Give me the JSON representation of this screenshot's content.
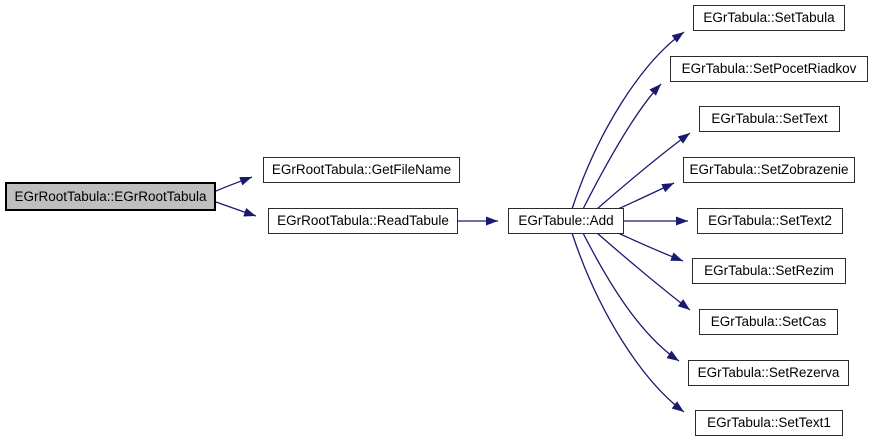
{
  "diagram": {
    "type": "call-graph",
    "background_color": "#ffffff",
    "edge_color": "#191970",
    "node_fill": "#ffffff",
    "node_border_color": "#2b2b2b",
    "current_node_fill": "#bfbfbf",
    "current_node_border_color": "#000000",
    "nodes": [
      {
        "id": "root",
        "label": "EGrRootTabula::EGrRootTabula",
        "role": "current"
      },
      {
        "id": "getfilename",
        "label": "EGrRootTabula::GetFileName",
        "role": "callee"
      },
      {
        "id": "readtabule",
        "label": "EGrRootTabula::ReadTabule",
        "role": "callee"
      },
      {
        "id": "add",
        "label": "EGrTabule::Add",
        "role": "callee"
      },
      {
        "id": "settabula",
        "label": "EGrTabula::SetTabula",
        "role": "callee"
      },
      {
        "id": "setpocetriadkov",
        "label": "EGrTabula::SetPocetRiadkov",
        "role": "callee"
      },
      {
        "id": "settext",
        "label": "EGrTabula::SetText",
        "role": "callee"
      },
      {
        "id": "setzobrazenie",
        "label": "EGrTabula::SetZobrazenie",
        "role": "callee"
      },
      {
        "id": "settext2",
        "label": "EGrTabula::SetText2",
        "role": "callee"
      },
      {
        "id": "setrezim",
        "label": "EGrTabula::SetRezim",
        "role": "callee"
      },
      {
        "id": "setcas",
        "label": "EGrTabula::SetCas",
        "role": "callee"
      },
      {
        "id": "setrezerva",
        "label": "EGrTabula::SetRezerva",
        "role": "callee"
      },
      {
        "id": "settext1",
        "label": "EGrTabula::SetText1",
        "role": "callee"
      }
    ],
    "edges": [
      {
        "from": "EGrRootTabula::EGrRootTabula",
        "to": "EGrRootTabula::GetFileName"
      },
      {
        "from": "EGrRootTabula::EGrRootTabula",
        "to": "EGrRootTabula::ReadTabule"
      },
      {
        "from": "EGrRootTabula::ReadTabule",
        "to": "EGrTabule::Add"
      },
      {
        "from": "EGrTabule::Add",
        "to": "EGrTabula::SetTabula"
      },
      {
        "from": "EGrTabule::Add",
        "to": "EGrTabula::SetPocetRiadkov"
      },
      {
        "from": "EGrTabule::Add",
        "to": "EGrTabula::SetText"
      },
      {
        "from": "EGrTabule::Add",
        "to": "EGrTabula::SetZobrazenie"
      },
      {
        "from": "EGrTabule::Add",
        "to": "EGrTabula::SetText2"
      },
      {
        "from": "EGrTabule::Add",
        "to": "EGrTabula::SetRezim"
      },
      {
        "from": "EGrTabule::Add",
        "to": "EGrTabula::SetCas"
      },
      {
        "from": "EGrTabule::Add",
        "to": "EGrTabula::SetRezerva"
      },
      {
        "from": "EGrTabule::Add",
        "to": "EGrTabula::SetText1"
      }
    ]
  }
}
